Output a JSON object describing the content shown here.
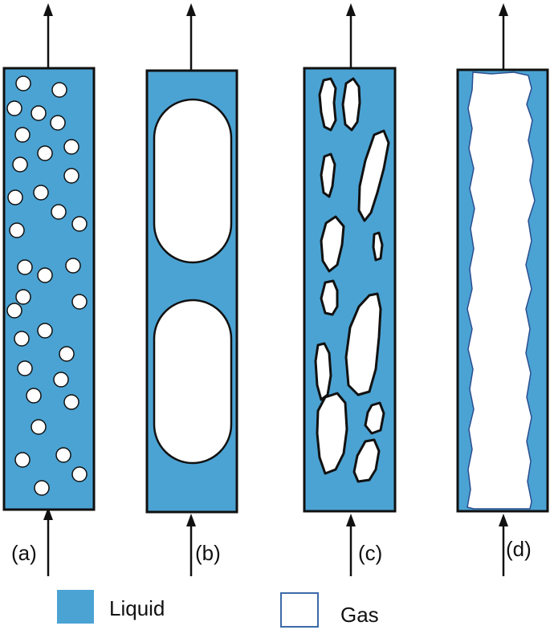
{
  "colors": {
    "liquid": "#4BA3D3",
    "gas": "#ffffff",
    "outline": "#111111",
    "gas_legend_border": "#3b6aa8"
  },
  "panels": [
    {
      "id": "a",
      "label": "(a)",
      "regime": "bubbles"
    },
    {
      "id": "b",
      "label": "(b)",
      "regime": "slugs"
    },
    {
      "id": "c",
      "label": "(c)",
      "regime": "irregular-pockets"
    },
    {
      "id": "d",
      "label": "(d)",
      "regime": "core"
    }
  ],
  "legend": {
    "liquid_label": "Liquid",
    "gas_label": "Gas"
  }
}
